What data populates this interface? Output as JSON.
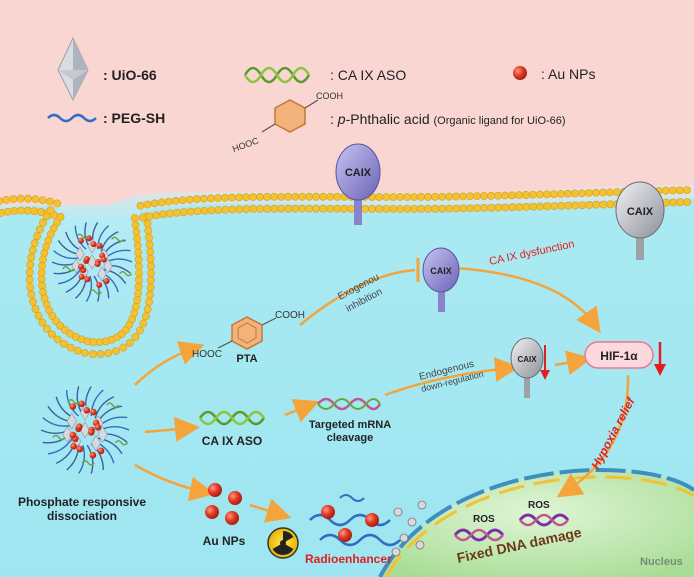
{
  "legend": {
    "uio66": ": UiO-66",
    "peg": ": PEG-SH",
    "aso": ": CA IX ASO",
    "au": ": Au NPs",
    "pta_italic": "p",
    "pta_text": "-Phthalic acid",
    "pta_note": "(Organic ligand for UiO-66)"
  },
  "membrane_proteins": {
    "caix_left": "CAIX",
    "caix_right": "CAIX",
    "caix_inhibited": "CAIX",
    "caix_down": "CAIX"
  },
  "molecule_labels": {
    "cooh": "COOH",
    "hooc": "HOOC",
    "pta": "PTA"
  },
  "pathway": {
    "exo_line1": "Exogenou",
    "exo_line2": "inhibition",
    "dysfunction": "CA IX dysfunction",
    "endo_line1": "Endogenous",
    "endo_line2": "down-regulation",
    "hif": "HIF-1α",
    "mrna_line1": "Targeted mRNA",
    "mrna_line2": "cleavage",
    "aso_label": "CA IX ASO",
    "dissoc_line1": "Phosphate responsive",
    "dissoc_line2": "dissociation",
    "au_label": "Au NPs",
    "radio": "Radioenhancer",
    "hypoxia": "Hypoxia relief",
    "ros1": "ROS",
    "ros2": "ROS",
    "dna": "Fixed DNA damage",
    "nucleus": "Nucleus"
  },
  "colors": {
    "extracellular": "#f9d3d1",
    "cytoplasm": "#9fe6f1",
    "membrane": "#f3c233",
    "arrow": "#f4a43a",
    "red_text": "#e02020",
    "au": "#e23a24",
    "caix_purple": "#8a83c9",
    "caix_gray": "#b9bbc2",
    "nucleus": "#b7e3a8"
  }
}
